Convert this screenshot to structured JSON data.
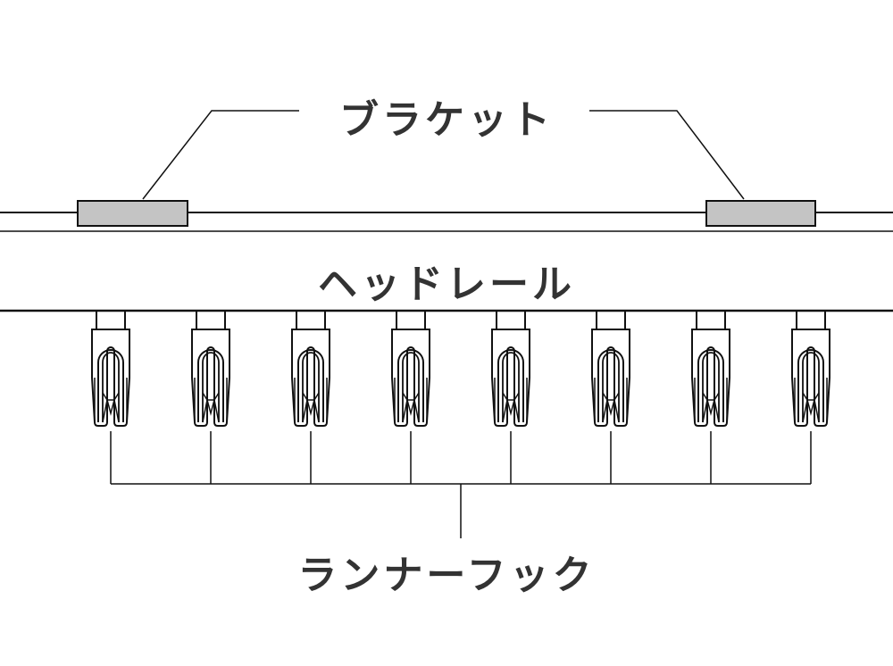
{
  "labels": {
    "bracket": "ブラケット",
    "head_rail": "ヘッドレール",
    "runner_hook": "ランナーフック"
  },
  "hook_count": 8,
  "colors": {
    "line": "#111111",
    "bracket_fill": "#c4c4c4",
    "text": "#333333"
  }
}
